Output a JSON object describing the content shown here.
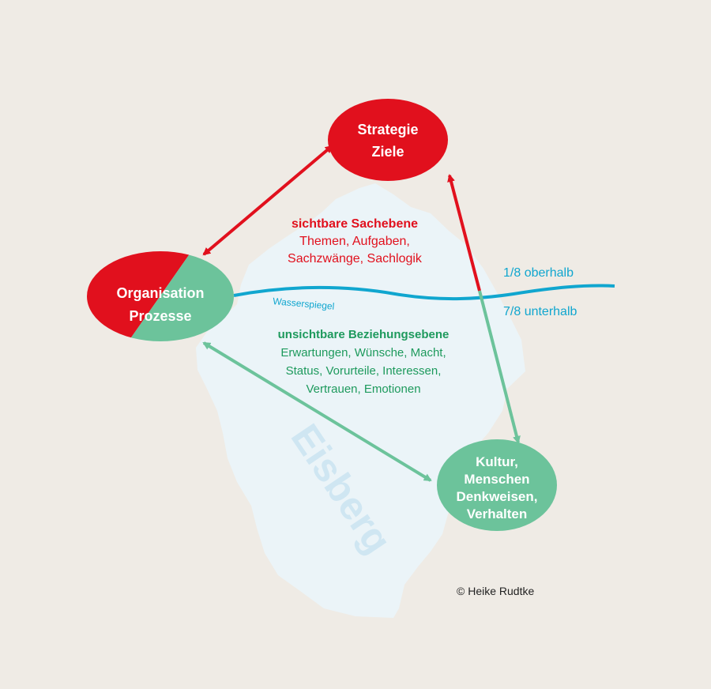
{
  "colors": {
    "background": "#efebe5",
    "iceberg": "#ebf4f8",
    "iceberg_label": "#cfe6f2",
    "red": "#e1101d",
    "green": "#6cc39b",
    "green_text": "#1e9a5d",
    "water": "#10a6cf",
    "text_dark": "#222222"
  },
  "nodes": {
    "strategie": {
      "line1": "Strategie",
      "line2": "Ziele"
    },
    "organisation": {
      "line1": "Organisation",
      "line2": "Prozesse"
    },
    "kultur": {
      "line1": "Kultur,",
      "line2": "Menschen",
      "line3": "Denkweisen,",
      "line4": "Verhalten"
    }
  },
  "visible_level": {
    "title": "sichtbare Sachebene",
    "line1": "Themen, Aufgaben,",
    "line2": "Sachzwänge, Sachlogik"
  },
  "invisible_level": {
    "title": "unsichtbare Beziehungsebene",
    "line1": "Erwartungen, Wünsche, Macht,",
    "line2": "Status, Vorurteile, Interessen,",
    "line3": "Vertrauen, Emotionen"
  },
  "water": {
    "label": "Wasserspiegel",
    "above": "1/8 oberhalb",
    "below": "7/8 unterhalb"
  },
  "iceberg_label": "Eisberg",
  "copyright": "© Heike Rudtke"
}
